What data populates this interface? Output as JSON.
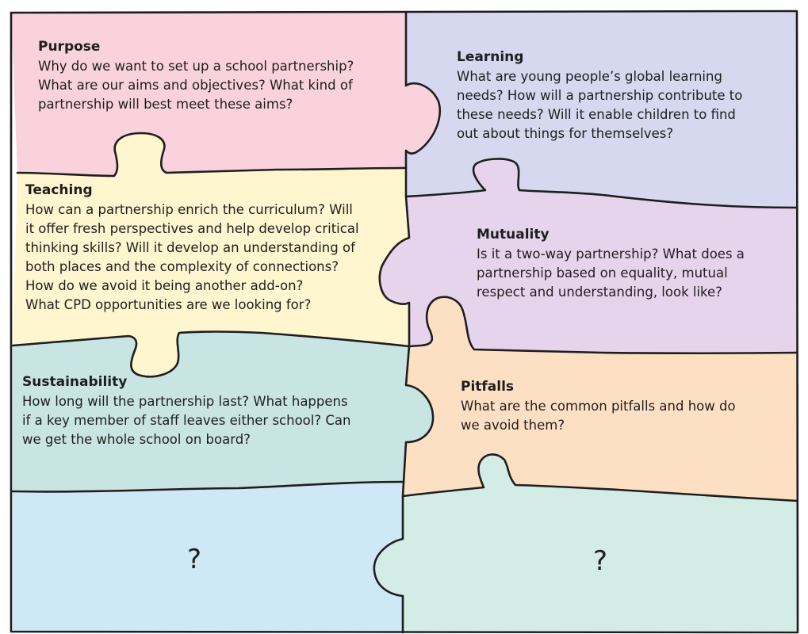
{
  "colors": {
    "purpose": "#f9d2dd",
    "learning": "#d5d8ef",
    "teaching": "#fdf6cf",
    "mutuality": "#e6d4ec",
    "sustainability": "#c8e5e3",
    "pitfalls": "#fde0c4",
    "unknown_left": "#cfe8f6",
    "unknown_right": "#d3ece6",
    "outline": "#1e1e1e"
  },
  "pieces": {
    "purpose": {
      "title": "Purpose",
      "lines": [
        "Why do we want to set up a school partnership?",
        "What are our aims and objectives? What kind of",
        "partnership will best meet these aims?"
      ]
    },
    "learning": {
      "title": "Learning",
      "lines": [
        "What are young people’s global learning",
        "needs? How will a partnership contribute to",
        "these needs? Will it enable children to find",
        "out about things for themselves?"
      ]
    },
    "teaching": {
      "title": "Teaching",
      "lines": [
        "How can a partnership enrich the curriculum? Will",
        "it offer fresh perspectives and help develop critical",
        "thinking skills? Will it develop an understanding of",
        "both places and the complexity of connections?",
        "How do we avoid it being another add-on?",
        "What CPD opportunities are we looking for?"
      ]
    },
    "mutuality": {
      "title": "Mutuality",
      "lines": [
        "Is it a two-way partnership? What does a",
        "partnership based on equality, mutual",
        "respect and understanding, look like?"
      ]
    },
    "sustainability": {
      "title": "Sustainability",
      "lines": [
        "How long will the partnership last? What happens",
        "if a key member of staff leaves either school? Can",
        "we get the whole school on board?"
      ]
    },
    "pitfalls": {
      "title": "Pitfalls",
      "lines": [
        "What are the common pitfalls and how do",
        "we avoid them?"
      ]
    },
    "unknown_left": {
      "mark": "?"
    },
    "unknown_right": {
      "mark": "?"
    }
  }
}
